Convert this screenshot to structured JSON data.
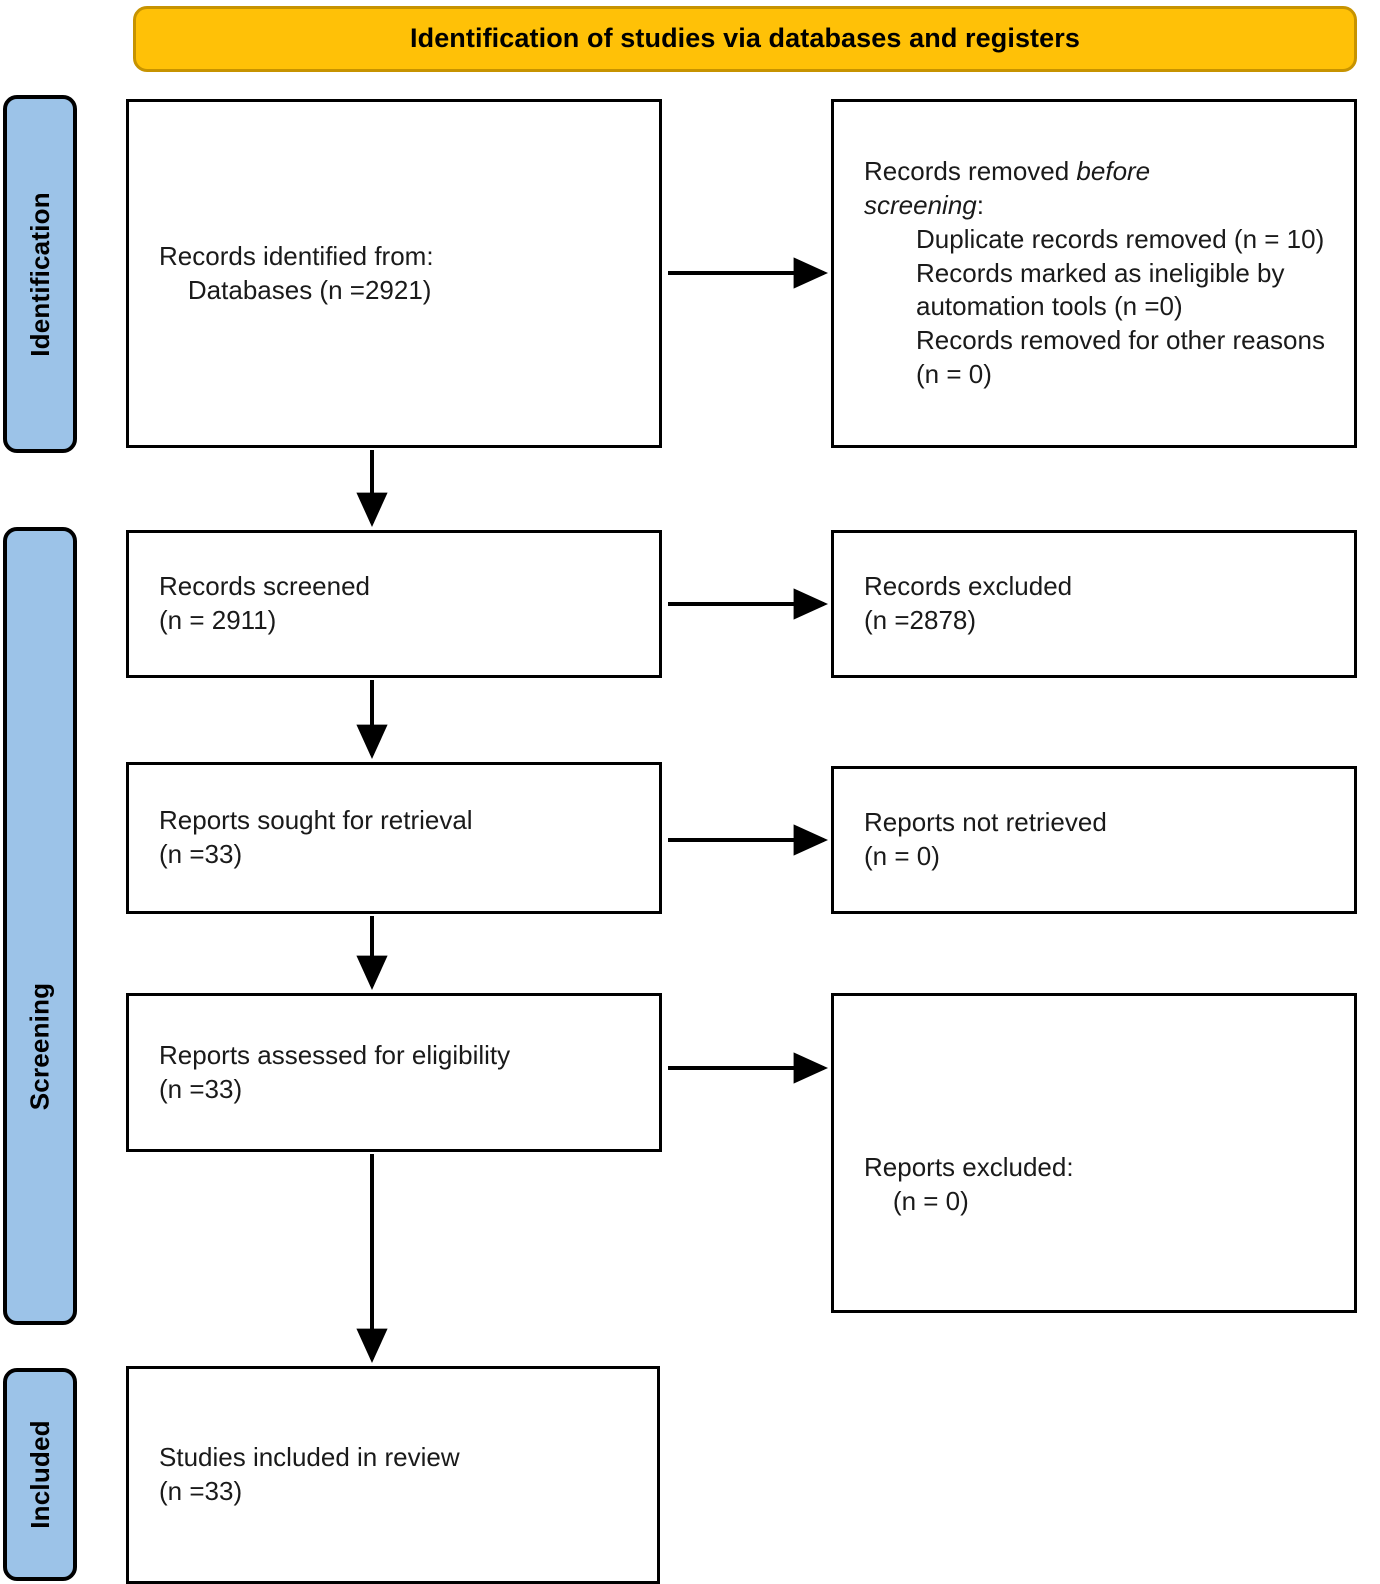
{
  "title": {
    "text": "Identification of studies via databases and registers",
    "background_color": "#FFC107",
    "border_color": "#C79300"
  },
  "stages": {
    "identification": "Identification",
    "screening": "Screening",
    "included": "Included",
    "background_color": "#9CC3E8"
  },
  "boxes": {
    "identified": "Records identified from:\n    Databases (n =2921)",
    "removed_before": {
      "heading_plain": "Records removed ",
      "heading_italic_1": "before",
      "heading_italic_2": "screening",
      "heading_colon": ":",
      "item_1": "Duplicate records removed (n = 10)",
      "item_2": "Records marked as ineligible by automation tools (n =0)",
      "item_3": "Records removed for other reasons (n = 0)"
    },
    "screened": "Records screened\n(n = 2911)",
    "records_excluded": "Records excluded\n(n =2878)",
    "sought": "Reports sought for retrieval\n(n =33)",
    "not_retrieved": "Reports not retrieved\n(n = 0)",
    "assessed": "Reports assessed for eligibility\n(n =33)",
    "reports_excluded": "Reports excluded:\n    (n = 0)",
    "included": "Studies included in review\n(n =33)"
  },
  "counts": {
    "databases_identified": 2921,
    "duplicate_records_removed": 10,
    "records_ineligible_automation": 0,
    "records_removed_other": 0,
    "records_screened": 2911,
    "records_excluded": 2878,
    "reports_sought": 33,
    "reports_not_retrieved": 0,
    "reports_assessed": 33,
    "reports_excluded": 0,
    "studies_included": 33
  }
}
